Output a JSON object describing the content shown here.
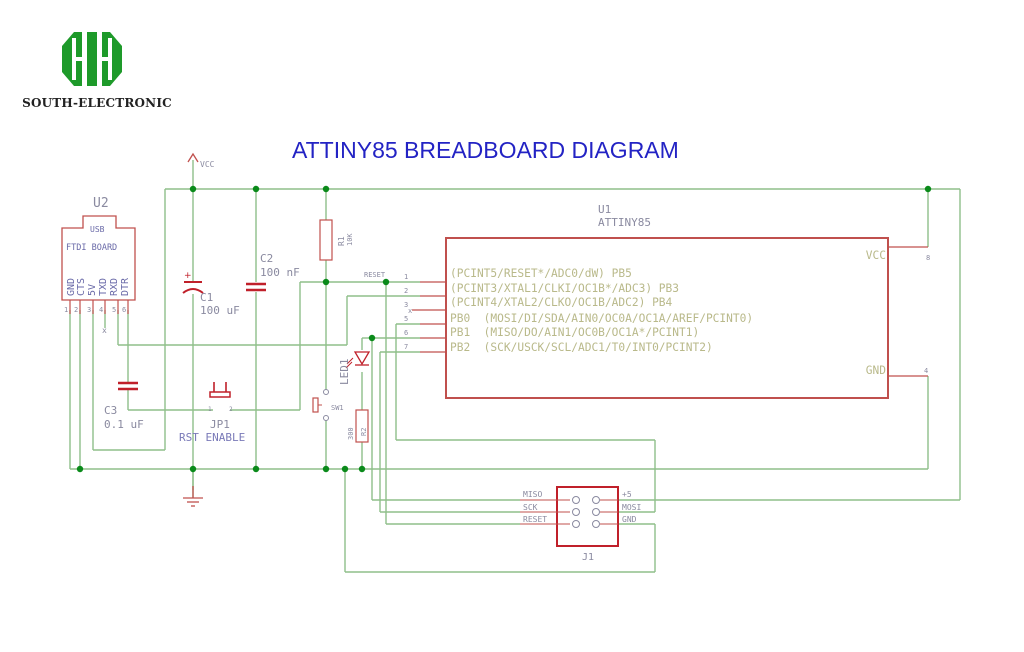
{
  "brand": {
    "name": "SOUTH-ELECTRONIC",
    "logo_color": "#1e9a2a"
  },
  "diagram": {
    "title": "ATTINY85 BREADBOARD DIAGRAM",
    "colors": {
      "wire": "#8fbf8a",
      "junction": "#0a8a1a",
      "component": "#c0504d",
      "capacitor": "#c0202a",
      "title": "#2323c4",
      "pin_text": "#b9b98a",
      "label_text": "#8a8aa0"
    },
    "power": {
      "vcc_label": "VCC"
    },
    "u2": {
      "ref": "U2",
      "usb_label": "USB",
      "name": "FTDI BOARD",
      "pins": [
        "GND",
        "CTS",
        "5V",
        "TXD",
        "RXD",
        "DTR"
      ],
      "pin_numbers": [
        "1",
        "2",
        "3",
        "4",
        "5",
        "6"
      ]
    },
    "c1": {
      "ref": "C1",
      "value": "100 uF"
    },
    "c2": {
      "ref": "C2",
      "value": "100 nF"
    },
    "c3": {
      "ref": "C3",
      "value": "0.1 uF"
    },
    "r1": {
      "ref": "R1",
      "value": "10K"
    },
    "r2": {
      "ref": "R2",
      "value": "300"
    },
    "led1": {
      "ref": "LED1"
    },
    "sw1": {
      "ref": "SW1"
    },
    "jp1": {
      "ref": "JP1",
      "desc": "RST ENABLE",
      "pin1": "1",
      "pin2": "2"
    },
    "reset_net": "RESET",
    "u1": {
      "ref": "U1",
      "name": "ATTINY85",
      "left_pins": [
        {
          "num": "1",
          "label": "(PCINT5/RESET*/ADC0/dW) PB5"
        },
        {
          "num": "2",
          "label": "(PCINT3/XTAL1/CLKI/OC1B*/ADC3) PB3"
        },
        {
          "num": "3",
          "label": "(PCINT4/XTAL2/CLKO/OC1B/ADC2) PB4"
        },
        {
          "num": "5",
          "label": "PB0  (MOSI/DI/SDA/AIN0/OC0A/OC1A/AREF/PCINT0)"
        },
        {
          "num": "6",
          "label": "PB1  (MISO/DO/AIN1/OC0B/OC1A*/PCINT1)"
        },
        {
          "num": "7",
          "label": "PB2  (SCK/USCK/SCL/ADC1/T0/INT0/PCINT2)"
        }
      ],
      "right_pins": [
        {
          "num": "8",
          "label": "VCC"
        },
        {
          "num": "4",
          "label": "GND"
        }
      ]
    },
    "j1": {
      "ref": "J1",
      "left_labels": [
        "MISO",
        "SCK",
        "RESET"
      ],
      "right_labels": [
        "+5",
        "MOSI",
        "GND"
      ]
    }
  }
}
